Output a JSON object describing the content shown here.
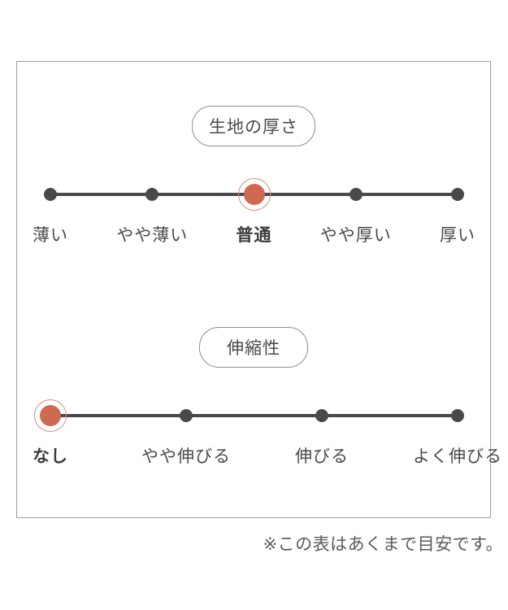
{
  "panel": {
    "scales": [
      {
        "title": "生地の厚さ",
        "options": [
          "薄い",
          "やや薄い",
          "普通",
          "やや厚い",
          "厚い"
        ],
        "selected_index": 2,
        "selected_label": "普通"
      },
      {
        "title": "伸縮性",
        "options": [
          "なし",
          "やや伸びる",
          "伸びる",
          "よく伸びる"
        ],
        "selected_index": 0,
        "selected_label": "なし"
      }
    ]
  },
  "footnote": "※この表はあくまで目安です。",
  "colors": {
    "accent": "#cd6a51",
    "accent_ring": "#d79180",
    "ink": "#494949",
    "panel_border": "#9f9f9f",
    "pill_border": "#8d8d8d",
    "footnote_ink": "#5a5a5a"
  }
}
